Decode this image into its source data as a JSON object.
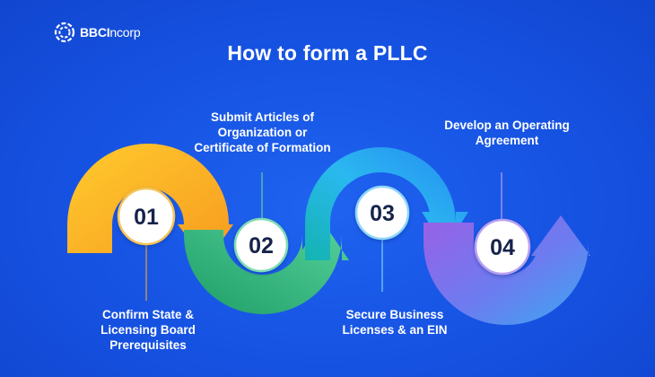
{
  "brand": {
    "logo_bold": "BBCI",
    "logo_light": "ncorp"
  },
  "title": "How to form a PLLC",
  "steps": [
    {
      "number": "01",
      "label": "Confirm State &\nLicensing Board\nPrerequisites",
      "color": "#f9a825"
    },
    {
      "number": "02",
      "label": "Submit Articles of\nOrganization or\nCertificate of Formation",
      "color": "#26b47f"
    },
    {
      "number": "03",
      "label": "Secure Business\nLicenses & an EIN",
      "color": "#2ab8f0"
    },
    {
      "number": "04",
      "label": "Develop an Operating\nAgreement",
      "color": "#8a63e8"
    }
  ],
  "colors": {
    "background": "#1652e2",
    "title": "#ffffff",
    "badge_text": "#16234a"
  }
}
